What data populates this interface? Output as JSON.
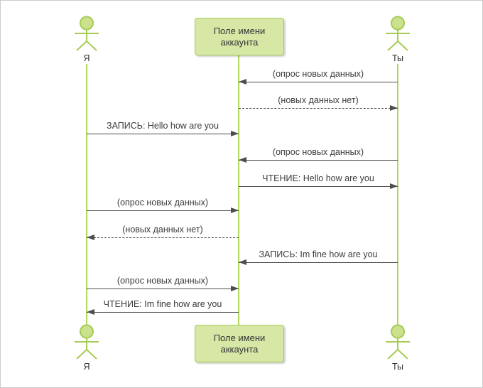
{
  "diagram_type": "uml-sequence",
  "colors": {
    "shape_fill": "#d7e7a6",
    "actor_head_fill": "#cbe18d",
    "shape_stroke": "#a6cc56",
    "lifeline": "#b2d65e",
    "arrow": "#4d4d4d",
    "text": "#3b3b3b",
    "canvas_border": "#cbcbcb",
    "background": "#ffffff"
  },
  "participants": {
    "left_actor": {
      "label": "Я",
      "type": "actor"
    },
    "middle_object": {
      "label": "Поле имени аккаунта",
      "type": "object"
    },
    "right_actor": {
      "label": "Ты",
      "type": "actor"
    }
  },
  "messages": [
    {
      "text": "(опрос новых данных)",
      "from": "Ты",
      "to": "Поле имени аккаунта",
      "line": "solid",
      "direction": "left"
    },
    {
      "text": "(новых данных нет)",
      "from": "Поле имени аккаунта",
      "to": "Ты",
      "line": "dashed",
      "direction": "right"
    },
    {
      "text": "ЗАПИСЬ: Hello how are you",
      "from": "Я",
      "to": "Поле имени аккаунта",
      "line": "solid",
      "direction": "right"
    },
    {
      "text": "(опрос новых данных)",
      "from": "Ты",
      "to": "Поле имени аккаунта",
      "line": "solid",
      "direction": "left"
    },
    {
      "text": "ЧТЕНИЕ: Hello how are you",
      "from": "Поле имени аккаунта",
      "to": "Ты",
      "line": "solid",
      "direction": "right"
    },
    {
      "text": "(опрос новых данных)",
      "from": "Я",
      "to": "Поле имени аккаунта",
      "line": "solid",
      "direction": "right"
    },
    {
      "text": "(новых данных нет)",
      "from": "Поле имени аккаунта",
      "to": "Я",
      "line": "dashed",
      "direction": "left"
    },
    {
      "text": "ЗАПИСЬ: Im fine how are you",
      "from": "Ты",
      "to": "Поле имени аккаунта",
      "line": "solid",
      "direction": "left"
    },
    {
      "text": "(опрос новых данных)",
      "from": "Я",
      "to": "Поле имени аккаунта",
      "line": "solid",
      "direction": "right"
    },
    {
      "text": "ЧТЕНИЕ: Im fine how are you",
      "from": "Поле имени аккаунта",
      "to": "Я",
      "line": "solid",
      "direction": "left"
    }
  ]
}
